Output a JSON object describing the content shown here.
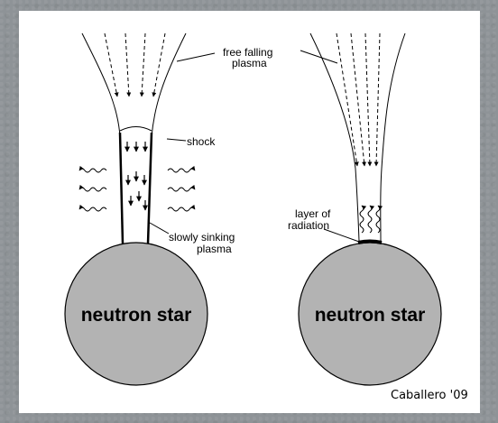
{
  "labels": {
    "free_falling_line1": "free falling",
    "free_falling_line2": "plasma",
    "shock": "shock",
    "slowly_line1": "slowly sinking",
    "slowly_line2": "plasma",
    "layer_line1": "layer of",
    "layer_line2": "radiation",
    "star_left": "neutron star",
    "star_right": "neutron star",
    "credit": "Caballero '09"
  },
  "colors": {
    "background": "#8e9397",
    "panel": "#ffffff",
    "star_fill": "#b3b3b3",
    "ink": "#000000"
  }
}
